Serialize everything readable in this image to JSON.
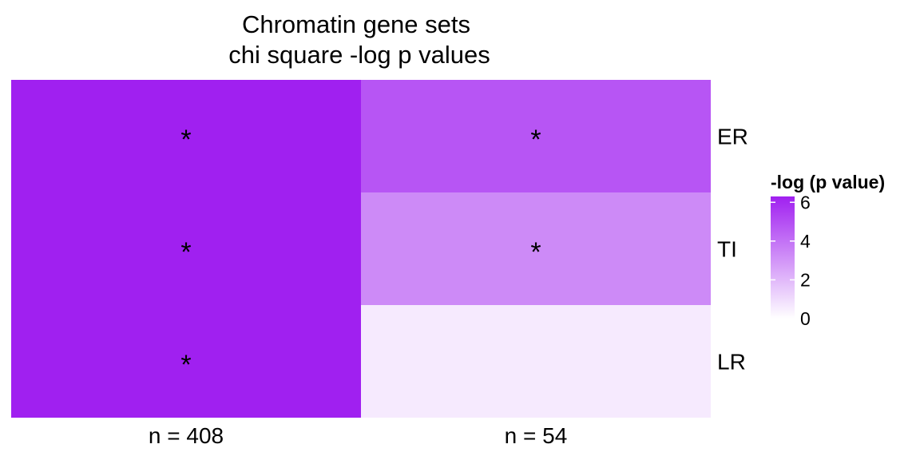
{
  "chart_data": {
    "type": "heatmap",
    "title_lines": [
      "Chromatin gene sets",
      "chi square -log p values"
    ],
    "columns": [
      "n = 408",
      "n = 54"
    ],
    "rows": [
      "ER",
      "TI",
      "LR"
    ],
    "values": [
      [
        6.3,
        4.8
      ],
      [
        6.3,
        3.3
      ],
      [
        6.3,
        0.6
      ]
    ],
    "significance": [
      [
        "*",
        "*"
      ],
      [
        "*",
        "*"
      ],
      [
        "*",
        ""
      ]
    ],
    "legend": {
      "title": "-log (p value)",
      "min": 0,
      "max": 6.3,
      "ticks": [
        0,
        2,
        4,
        6
      ],
      "color_low": "#ffffff",
      "color_high": "#a020f0"
    }
  }
}
